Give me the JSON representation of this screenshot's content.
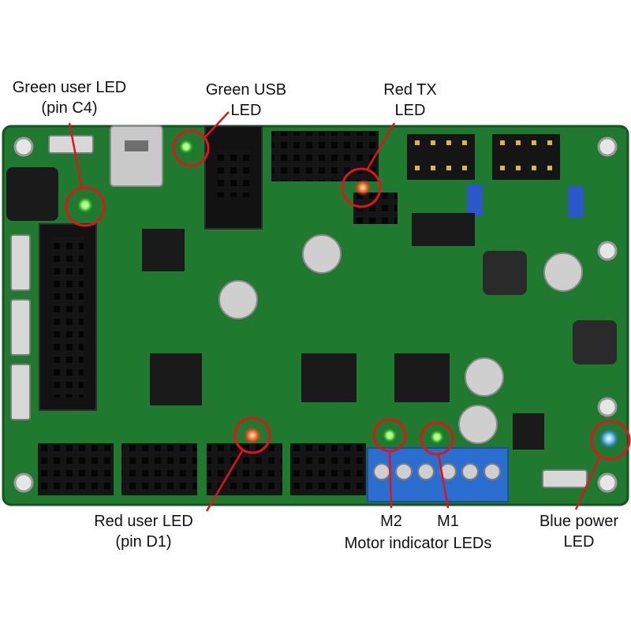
{
  "annotations": {
    "green_user_led": {
      "line1": "Green user LED",
      "line2": "(pin C4)"
    },
    "green_usb_led": {
      "line1": "Green USB",
      "line2": "LED"
    },
    "red_tx_led": {
      "line1": "Red TX",
      "line2": "LED"
    },
    "red_user_led": {
      "line1": "Red user LED",
      "line2": "(pin D1)"
    },
    "m2": "M2",
    "m1": "M1",
    "motor_indicator": "Motor indicator LEDs",
    "blue_power_led": {
      "line1": "Blue power",
      "line2": "LED"
    }
  },
  "colors": {
    "board": "#1f7a2f",
    "board_dark": "#155a22",
    "highlight_ring": "#e0141c",
    "terminal_block": "#2a6fd0",
    "header_black": "#141414",
    "led_green": "#7dff5a",
    "led_red": "#ff5a1e",
    "led_blue": "#5ab4ff"
  }
}
